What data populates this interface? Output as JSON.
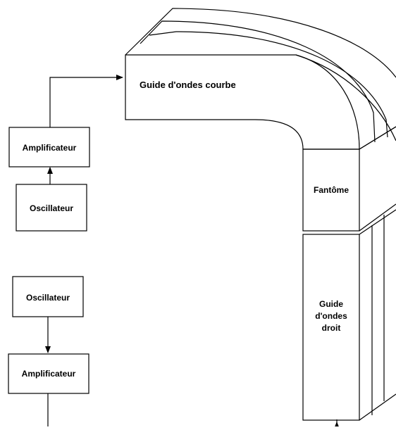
{
  "diagram": {
    "curved_guide": {
      "label": "Guide d'ondes courbe"
    },
    "phantom": {
      "label": "Fantôme"
    },
    "straight_guide": {
      "label_lines": [
        "Guide",
        "d'ondes",
        "droit"
      ]
    },
    "chain_top": {
      "amplifier_label": "Amplificateur",
      "oscillator_label": "Oscillateur"
    },
    "chain_bottom": {
      "oscillator_label": "Oscillateur",
      "amplifier_label": "Amplificateur"
    }
  }
}
